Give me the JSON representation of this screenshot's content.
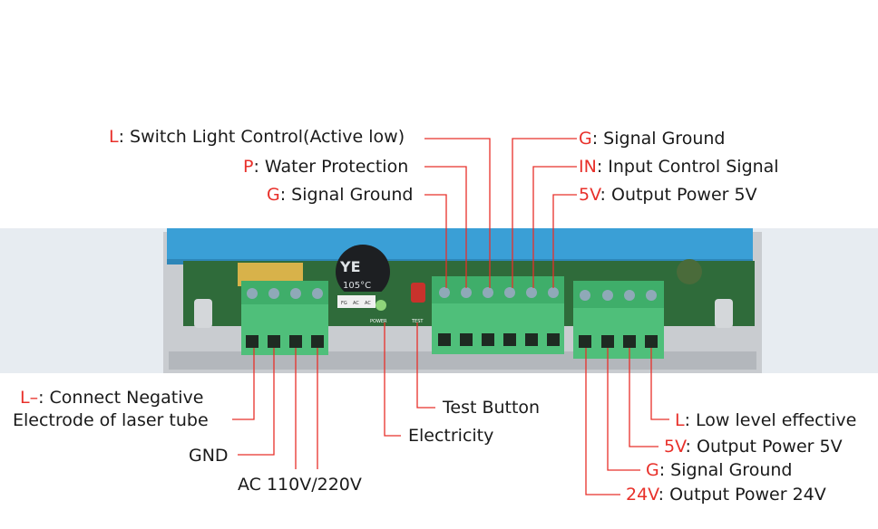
{
  "colors": {
    "key": "#e8302a",
    "text": "#1a1a1a",
    "leader": "#e8302a",
    "housing": "#c9ccd0",
    "cover": "#3a9fd6",
    "pcb": "#2f6b3a",
    "terminal": "#4fbf7a"
  },
  "labels": {
    "l_switch": {
      "key": "L",
      "text": ": Switch Light Control(Active low)"
    },
    "p_water": {
      "key": "P",
      "text": ": Water Protection"
    },
    "g_signal_left": {
      "key": "G",
      "text": ": Signal Ground"
    },
    "g_signal_right": {
      "key": "G",
      "text": ": Signal Ground"
    },
    "in_input": {
      "key": "IN",
      "text": ": Input Control Signal"
    },
    "v5_output_top": {
      "key": "5V",
      "text": ": Output Power 5V"
    },
    "l_neg": {
      "key": "L–",
      "text": ": Connect Negative",
      "line2": "Electrode of laser tube"
    },
    "gnd": {
      "text": "GND"
    },
    "ac": {
      "text": "AC 110V/220V"
    },
    "electricity": {
      "text": "Electricity"
    },
    "test_button": {
      "text": "Test Button"
    },
    "l_low": {
      "key": "L",
      "text": ": Low level effective"
    },
    "v5_output_bottom": {
      "key": "5V",
      "text": ": Output Power 5V"
    },
    "g_signal_bottom": {
      "key": "G",
      "text": ": Signal Ground"
    },
    "v24_output": {
      "key": "24V",
      "text": ": Output Power 24V"
    }
  },
  "board_marks": {
    "brand": "YE",
    "temp": "105°C",
    "power": "POWER",
    "test": "TEST",
    "terminals": [
      "FG",
      "AC",
      "AC"
    ]
  }
}
